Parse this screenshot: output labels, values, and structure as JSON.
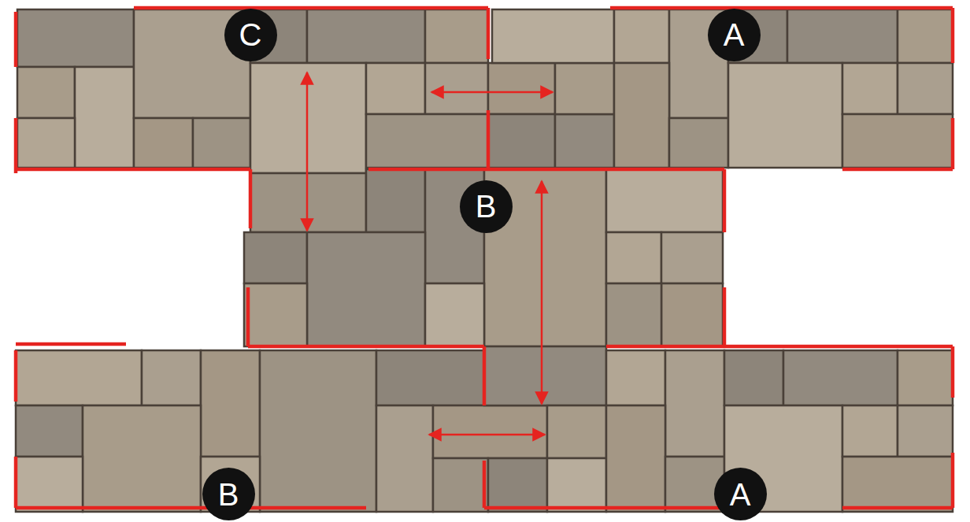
{
  "diagram": {
    "nodes": [
      {
        "text": [
          "C"
        ]
      },
      {
        "text": [
          "A"
        ]
      },
      {
        "text": [
          "B"
        ]
      },
      {
        "text": [
          "B"
        ]
      },
      {
        "text": [
          "A"
        ]
      }
    ]
  }
}
